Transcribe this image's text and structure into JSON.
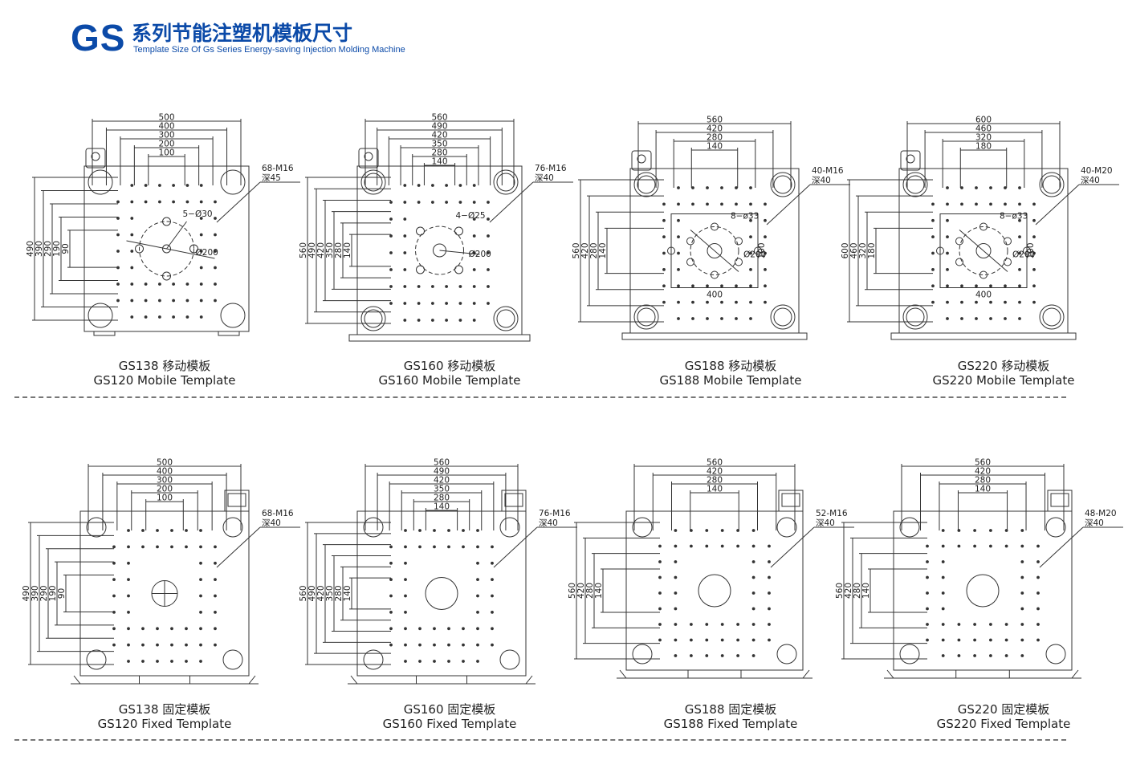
{
  "header": {
    "logo": "GS",
    "title_cn": "系列节能注塑机模板尺寸",
    "title_en": "Template Size Of Gs Series Energy-saving Injection Molding Machine"
  },
  "colors": {
    "brand": "#0b4aa8",
    "line": "#333333",
    "divider": "#777777"
  },
  "panels": [
    {
      "id": "gs138-mobile",
      "row": 0,
      "caption_cn": "GS138 移动模板",
      "caption_en": "GS120 Mobile Template",
      "top_dims": [
        "500",
        "400",
        "300",
        "200",
        "100"
      ],
      "left_dims": [
        "490",
        "390",
        "290",
        "190",
        "90"
      ],
      "thread_label": "68-M16",
      "depth_label": "深45",
      "center_labels": [
        "5−Ø30",
        "Ø200"
      ]
    },
    {
      "id": "gs160-mobile",
      "row": 0,
      "caption_cn": "GS160 移动模板",
      "caption_en": "GS160 Mobile Template",
      "top_dims": [
        "560",
        "490",
        "420",
        "350",
        "280",
        "140"
      ],
      "left_dims": [
        "560",
        "490",
        "420",
        "350",
        "280",
        "140"
      ],
      "thread_label": "76-M16",
      "depth_label": "深40",
      "center_labels": [
        "4−Ø25",
        "Ø200"
      ]
    },
    {
      "id": "gs188-mobile",
      "row": 0,
      "caption_cn": "GS188 移动模板",
      "caption_en": "GS188 Mobile Template",
      "top_dims": [
        "560",
        "420",
        "280",
        "140"
      ],
      "left_dims": [
        "560",
        "420",
        "280",
        "140"
      ],
      "thread_label": "40-M16",
      "depth_label": "深40",
      "center_labels": [
        "8−ø33",
        "Ø200",
        "100",
        "400"
      ]
    },
    {
      "id": "gs220-mobile",
      "row": 0,
      "caption_cn": "GS220 移动模板",
      "caption_en": "GS220 Mobile Template",
      "top_dims": [
        "600",
        "460",
        "320",
        "180"
      ],
      "left_dims": [
        "600",
        "460",
        "320",
        "180"
      ],
      "thread_label": "40-M20",
      "depth_label": "深40",
      "center_labels": [
        "8−ø33",
        "Ø200",
        "100",
        "400"
      ]
    },
    {
      "id": "gs138-fixed",
      "row": 1,
      "caption_cn": "GS138 固定模板",
      "caption_en": "GS120 Fixed Template",
      "top_dims": [
        "500",
        "400",
        "300",
        "200",
        "100"
      ],
      "left_dims": [
        "490",
        "390",
        "290",
        "190",
        "90"
      ],
      "thread_label": "68-M16",
      "depth_label": "深40",
      "center_labels": []
    },
    {
      "id": "gs160-fixed",
      "row": 1,
      "caption_cn": "GS160 固定模板",
      "caption_en": "GS160 Fixed Template",
      "top_dims": [
        "560",
        "490",
        "420",
        "350",
        "280",
        "140"
      ],
      "left_dims": [
        "560",
        "490",
        "420",
        "350",
        "280",
        "140"
      ],
      "thread_label": "76-M16",
      "depth_label": "深40",
      "center_labels": []
    },
    {
      "id": "gs188-fixed",
      "row": 1,
      "caption_cn": "GS188 固定模板",
      "caption_en": "GS188 Fixed Template",
      "top_dims": [
        "560",
        "420",
        "280",
        "140"
      ],
      "left_dims": [
        "560",
        "420",
        "280",
        "140"
      ],
      "thread_label": "52-M16",
      "depth_label": "深40",
      "center_labels": []
    },
    {
      "id": "gs220-fixed",
      "row": 1,
      "caption_cn": "GS220 固定模板",
      "caption_en": "GS220 Fixed Template",
      "top_dims": [
        "560",
        "420",
        "280",
        "140"
      ],
      "left_dims": [
        "560",
        "420",
        "280",
        "140"
      ],
      "thread_label": "48-M20",
      "depth_label": "深40",
      "center_labels": []
    }
  ]
}
